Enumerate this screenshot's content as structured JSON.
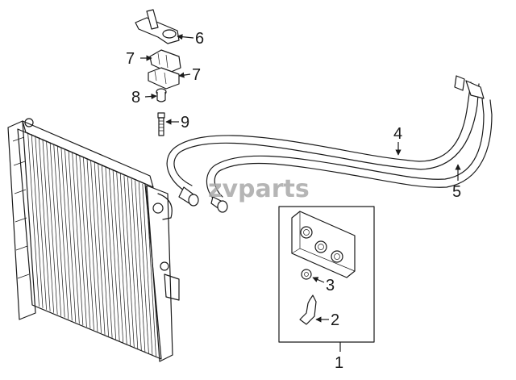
{
  "watermark": {
    "text": "zvparts"
  },
  "callouts": [
    {
      "id": "c1",
      "label": "1"
    },
    {
      "id": "c2",
      "label": "2"
    },
    {
      "id": "c3",
      "label": "3"
    },
    {
      "id": "c4",
      "label": "4"
    },
    {
      "id": "c5",
      "label": "5"
    },
    {
      "id": "c6",
      "label": "6"
    },
    {
      "id": "c7a",
      "label": "7"
    },
    {
      "id": "c7b",
      "label": "7"
    },
    {
      "id": "c8",
      "label": "8"
    },
    {
      "id": "c9",
      "label": "9"
    }
  ]
}
